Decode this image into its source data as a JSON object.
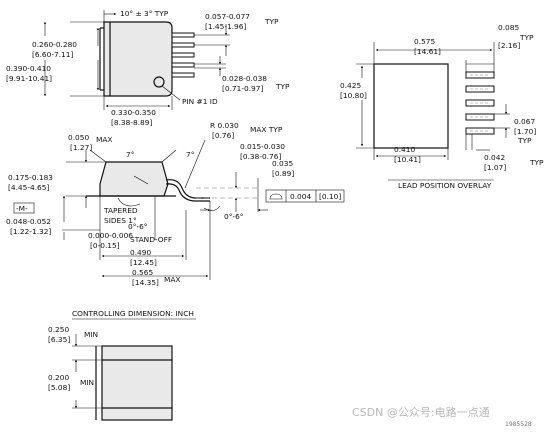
{
  "colors": {
    "line": "#111111",
    "body_fill": "#e9e9e9",
    "hidden": "#7a7a7a",
    "watermark": "#b8b8b8"
  },
  "top_view": {
    "angle": "10° ± 3° TYP",
    "lead_pitch": "0.057-0.077",
    "lead_pitch_mm": "[1.45-1.96]",
    "lead_pitch_typ": "TYP",
    "height": "0.260-0.280",
    "height_mm": "[6.60-7.11]",
    "overall": "0.390-0.410",
    "overall_mm": "[9.91-10.41]",
    "lead_width": "0.028-0.038",
    "lead_width_mm": "[0.71-0.97]",
    "lead_width_typ": "TYP",
    "body_width": "0.330-0.350",
    "body_width_mm": "[8.38-8.89]",
    "pin1": "PIN #1 ID"
  },
  "side_view": {
    "max_height": "0.050",
    "max_height_mm": "[1.27]",
    "max_label": "MAX",
    "taper_left": "7°",
    "taper_right": "7°",
    "radius": "R 0.030",
    "radius_mm": "[0.76]",
    "radius_note": "MAX TYP",
    "lead_thick": "0.015-0.030",
    "lead_thick_mm": "[0.38-0.76]",
    "foot": "0.035",
    "foot_mm": "[0.89]",
    "body_thick": "0.175-0.183",
    "body_thick_mm": "[4.45-4.65]",
    "datum": "-M-",
    "tab_thick": "0.048-0.052",
    "tab_thick_mm": "[1.22-1.32]",
    "taper_label": "TAPERED",
    "taper_sides": "SIDES 1°",
    "angle_small": "0°-6°",
    "angle_lead": "0°-6°",
    "standoff": "0.000-0.006",
    "standoff_mm": "[0-0.15]",
    "standoff_label": "STAND-OFF",
    "len1": "0.490",
    "len1_mm": "[12.45]",
    "len2": "0.565",
    "len2_mm": "[14.35]",
    "len2_max": "MAX",
    "coplanar": "0.004",
    "coplanar_mm": "[0.10]"
  },
  "overlay": {
    "width": "0.575",
    "width_mm": "[14.61]",
    "lead_len": "0.085",
    "lead_len_mm": "[2.16]",
    "lead_len_typ": "TYP",
    "height": "0.425",
    "height_mm": "[10.80]",
    "pitch": "0.067",
    "pitch_mm": "[1.70]",
    "pitch_typ": "TYP",
    "width_body": "0.410",
    "width_body_mm": "[10.41]",
    "pad_w": "0.042",
    "pad_w_mm": "[1.07]",
    "pad_w_typ": "TYP",
    "caption": "LEAD POSITION OVERLAY"
  },
  "bottom": {
    "controlling": "CONTROLLING DIMENSION: INCH",
    "min_w": "0.250",
    "min_w_mm": "[6.35]",
    "min_w_label": "MIN",
    "min_h": "0.200",
    "min_h_mm": "[5.08]",
    "min_h_label": "MIN"
  },
  "watermark": {
    "text": "CSDN @公众号:电路一点通",
    "code": "1985528"
  }
}
